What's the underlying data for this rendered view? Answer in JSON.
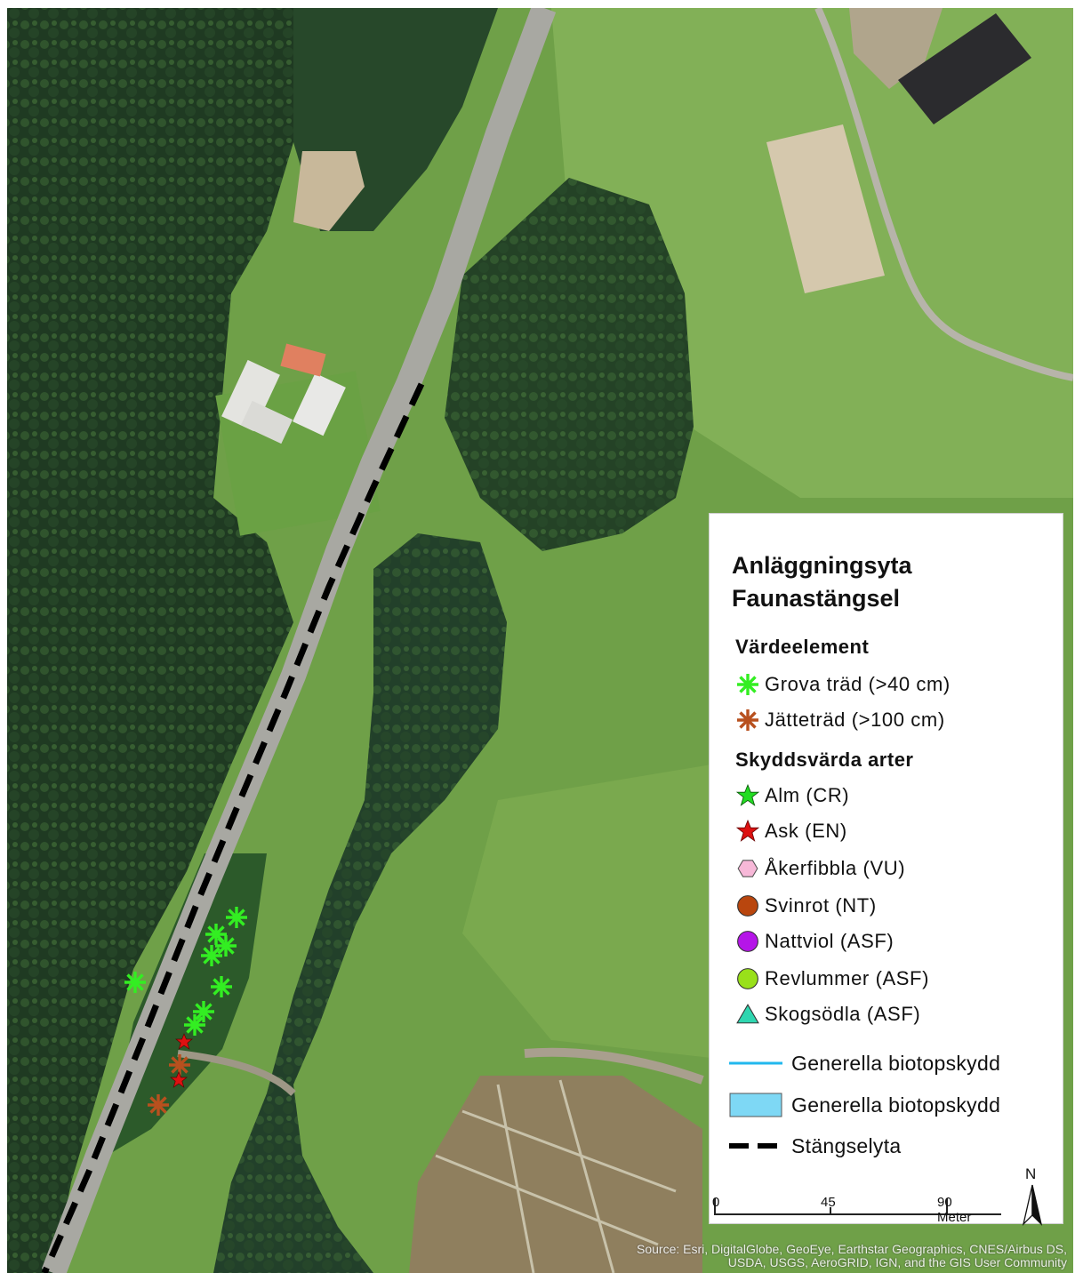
{
  "legend": {
    "title_line1": "Anläggningsyta",
    "title_line2": "Faunastängsel",
    "group1_heading": "Värdeelement",
    "group1_items": [
      {
        "label": "Grova träd (>40 cm)",
        "symbol": "asterisk-icon",
        "color": "#33ee22"
      },
      {
        "label": "Jätteträd (>100 cm)",
        "symbol": "asterisk-icon",
        "color": "#b8501e"
      }
    ],
    "group2_heading": "Skyddsvärda arter",
    "group2_items": [
      {
        "label": "Alm (CR)",
        "symbol": "star-icon",
        "color": "#22dd22"
      },
      {
        "label": "Ask (EN)",
        "symbol": "star-icon",
        "color": "#dd1111"
      },
      {
        "label": "Åkerfibbla (VU)",
        "symbol": "hexagon-icon",
        "color": "#f7b8d8"
      },
      {
        "label": "Svinrot (NT)",
        "symbol": "circle-icon",
        "color": "#b9460e"
      },
      {
        "label": "Nattviol (ASF)",
        "symbol": "circle-icon",
        "color": "#b515e8"
      },
      {
        "label": "Revlummer (ASF)",
        "symbol": "circle-icon",
        "color": "#99e01a"
      },
      {
        "label": "Skogsödla (ASF)",
        "symbol": "triangle-icon",
        "color": "#2fd6b0"
      }
    ],
    "line_items": [
      {
        "label": "Generella biotopskydd",
        "symbol": "line-icon",
        "color": "#22b8ee"
      },
      {
        "label": "Generella biotopskydd",
        "symbol": "area-icon",
        "color": "#7ed8f5"
      },
      {
        "label": "Stängselyta",
        "symbol": "dashed-line-icon",
        "color": "#000000"
      }
    ],
    "scale_labels": [
      "0",
      "45",
      "90 Meter"
    ],
    "north_label": "N"
  },
  "attribution_line1": "Source: Esri, DigitalGlobe, GeoEye, Earthstar Geographics, CNES/Airbus DS,",
  "attribution_line2": "USDA, USGS, AeroGRID, IGN, and the GIS User Community",
  "colors": {
    "forest_dark": "#1f3a22",
    "forest_mid": "#2f5a2c",
    "grass": "#6fa048",
    "grass_light": "#86b25a",
    "road": "#a7a7a0",
    "fence": "#000000"
  },
  "map_features": {
    "grova_trad": [
      [
        266,
        1032
      ],
      [
        243,
        1051
      ],
      [
        254,
        1064
      ],
      [
        238,
        1075
      ],
      [
        152,
        1105
      ],
      [
        249,
        1110
      ],
      [
        229,
        1138
      ],
      [
        219,
        1153
      ]
    ],
    "jattetrad": [
      [
        202,
        1198
      ],
      [
        178,
        1243
      ]
    ],
    "ask": [
      [
        207,
        1172
      ],
      [
        201,
        1215
      ]
    ]
  }
}
